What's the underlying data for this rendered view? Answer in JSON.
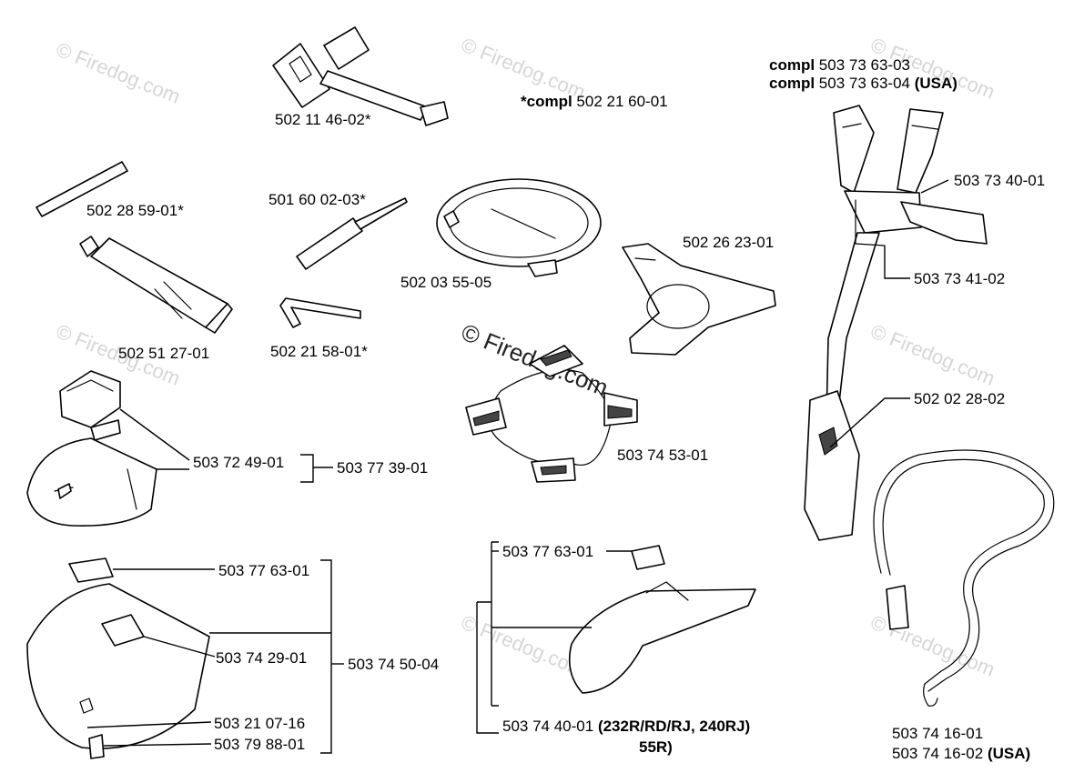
{
  "watermark": {
    "small": "© Firedog.com",
    "center": "© Firedog.com"
  },
  "labels": {
    "wrench": "502 11 46-02*",
    "kit_compl": "*compl 502 21 60-01",
    "kit_compl_prefix": "*compl",
    "kit_compl_number": "502 21 60-01",
    "rod": "502 28 59-01*",
    "screwdriver": "501 60 02-03*",
    "grease": "502 51 27-01",
    "hex_key": "502 21 58-01*",
    "ring": "502 03 55-05",
    "support_plate": "502 26 23-01",
    "spider": "503 74 53-01",
    "bracket": "503 72 49-01",
    "guard_small_kit": "503 77 39-01",
    "plate_left": "503 77 63-01",
    "guard_plate": "503 74 29-01",
    "guard_large_kit": "503 74 50-04",
    "screw": "503 21 07-16",
    "knife": "503 79 88-01",
    "plate_mid": "503 77 63-01",
    "guard_mid_number": "503 74 40-01",
    "guard_mid_models": "(232R/RD/RJ, 240RJ)",
    "guard_mid_models2": "55R)",
    "harness_compl_prefix": "compl",
    "harness_compl_1": "503 73 63-03",
    "harness_compl_2": "503 73 63-04",
    "usa": "(USA)",
    "harness_buckle": "503 73 40-01",
    "harness_pad": "503 73 41-02",
    "hip_pad": "502 02 28-02",
    "strap_1": "503 74 16-01",
    "strap_2": "503 74 16-02"
  }
}
